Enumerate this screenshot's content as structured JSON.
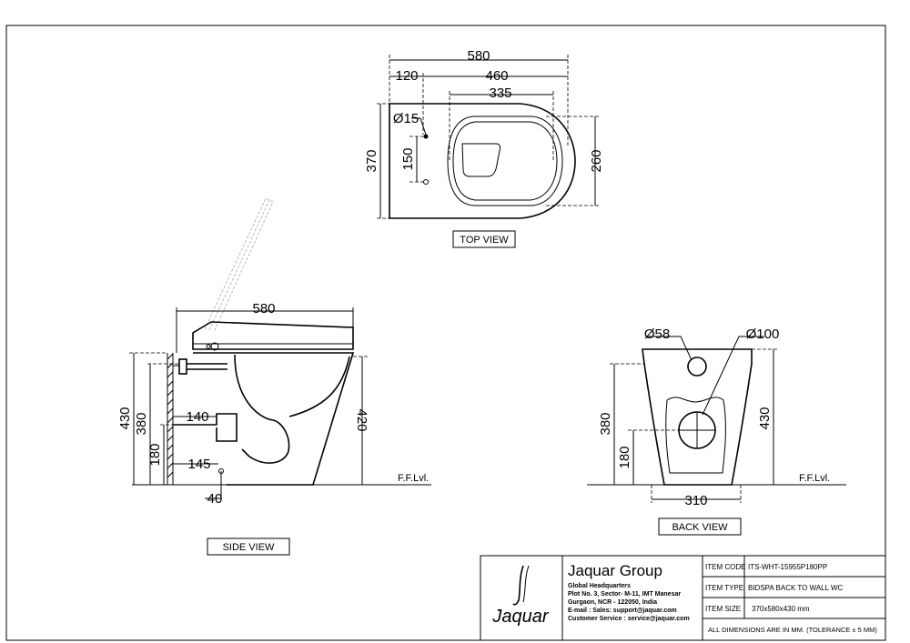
{
  "views": {
    "top": {
      "label": "TOP VIEW",
      "dims": {
        "overall_length": "580",
        "rear_offset": "120",
        "front_length": "460",
        "bowl_length": "335",
        "width": "370",
        "bowl_width": "260",
        "hole_diameter": "Ø15",
        "hole_spacing": "150"
      }
    },
    "side": {
      "label": "SIDE VIEW",
      "dims": {
        "overall_length": "580",
        "total_height": "430",
        "seat_height": "380",
        "front_height": "420",
        "outlet_height": "180",
        "outlet_offset": "140",
        "supply_offset": "145",
        "supply_height": "40"
      },
      "floor_label": "F.F.Lvl."
    },
    "back": {
      "label": "BACK VIEW",
      "dims": {
        "inlet_diameter": "Ø58",
        "outlet_diameter": "Ø100",
        "seat_height": "380",
        "total_height": "430",
        "outlet_height": "180",
        "base_width": "310"
      },
      "floor_label": "F.F.Lvl."
    }
  },
  "title_block": {
    "logo_text": "Jaquar",
    "company": "Jaquar Group",
    "address_lines": [
      "Global Headquarters",
      "Plot No. 3, Sector- M-11, IMT Manesar",
      "Gurgaon, NCR - 122050, India",
      "E-mail : Sales: support@jaquar.com",
      "Customer Service : service@jaquar.com"
    ],
    "fields": [
      {
        "label": "ITEM CODE",
        "value": "ITS-WHT-15955P180PP"
      },
      {
        "label": "ITEM TYPE",
        "value": "BIDSPA BACK TO WALL WC"
      },
      {
        "label": "ITEM SIZE",
        "value": "370x580x430 mm"
      }
    ],
    "note": "ALL DIMENSIONS ARE IN MM. (TOLERANCE ± 5 MM)"
  }
}
